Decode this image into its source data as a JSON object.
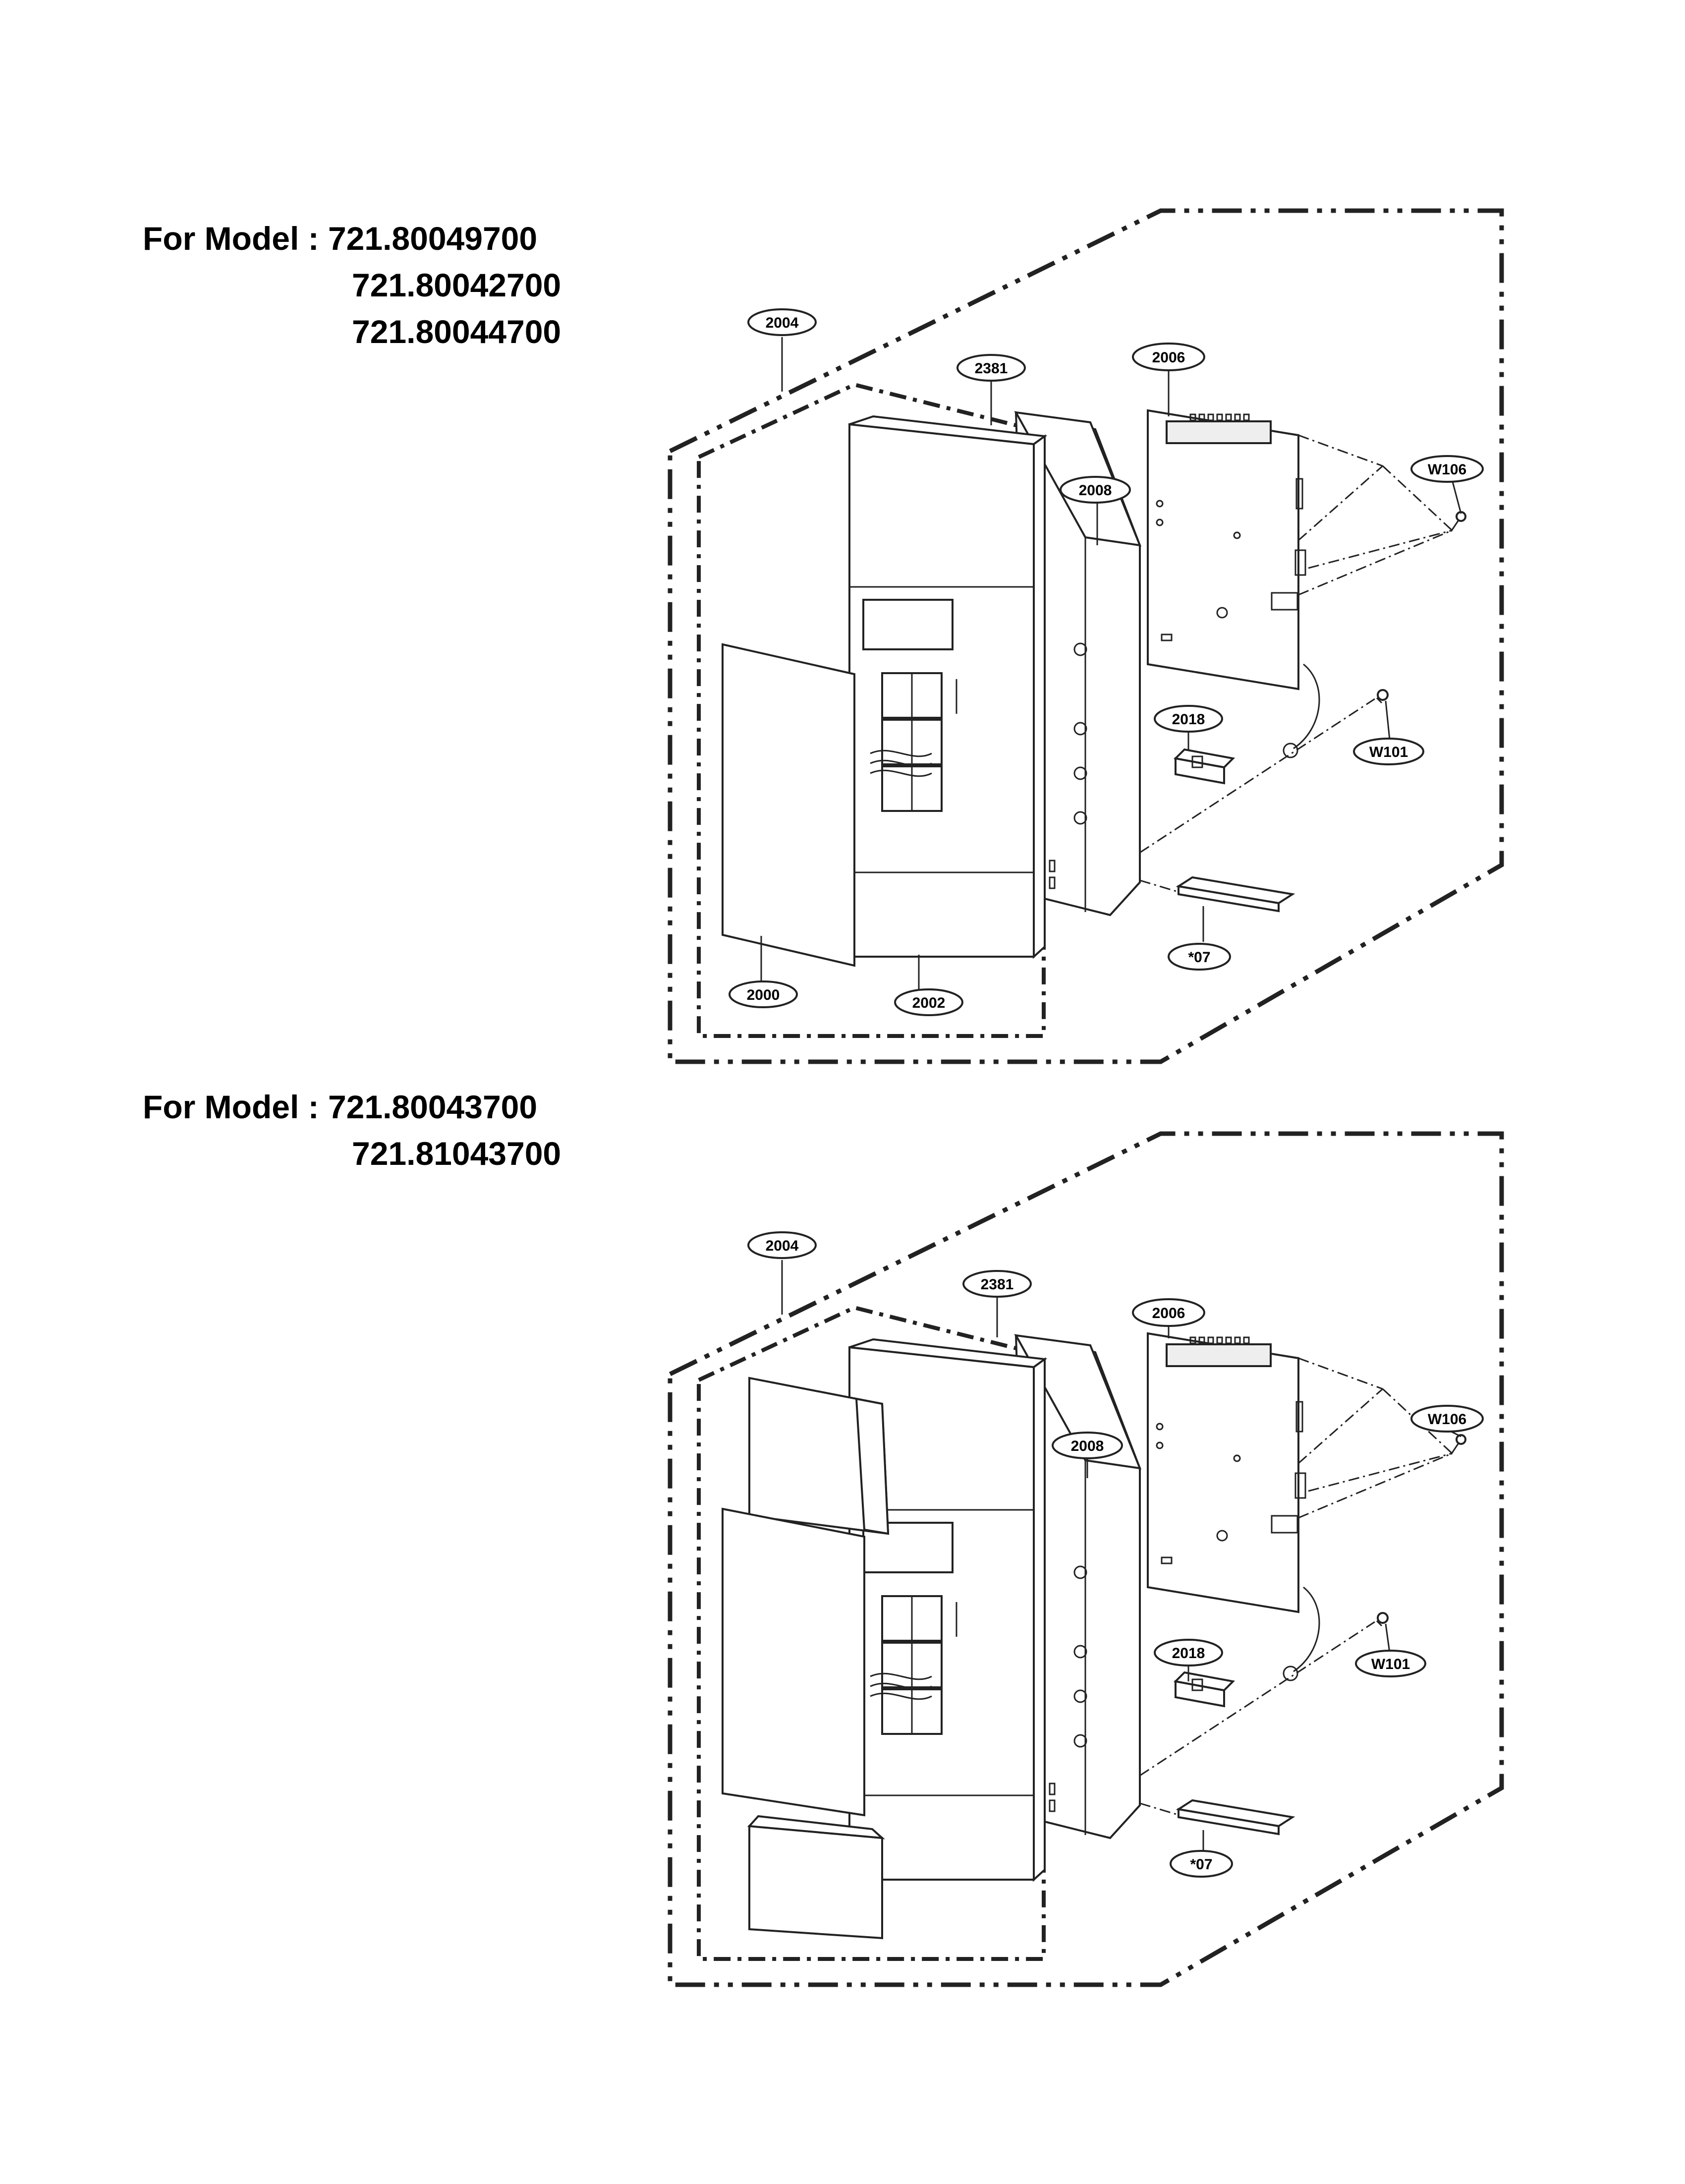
{
  "diagrams": [
    {
      "heading_prefix": "For Model : ",
      "models": [
        "721.80049700",
        "721.80042700",
        "721.80044700"
      ],
      "callouts": [
        "2004",
        "2381",
        "2006",
        "2008",
        "W106",
        "2018",
        "W101",
        "*07",
        "2000",
        "2002"
      ]
    },
    {
      "heading_prefix": "For Model : ",
      "models": [
        "721.80043700",
        "721.81043700"
      ],
      "callouts": [
        "2004",
        "2381",
        "2006",
        "2008",
        "W106",
        "2018",
        "W101",
        "*07"
      ]
    }
  ],
  "colors": {
    "line": "#222222",
    "text": "#000000",
    "background": "#ffffff"
  }
}
